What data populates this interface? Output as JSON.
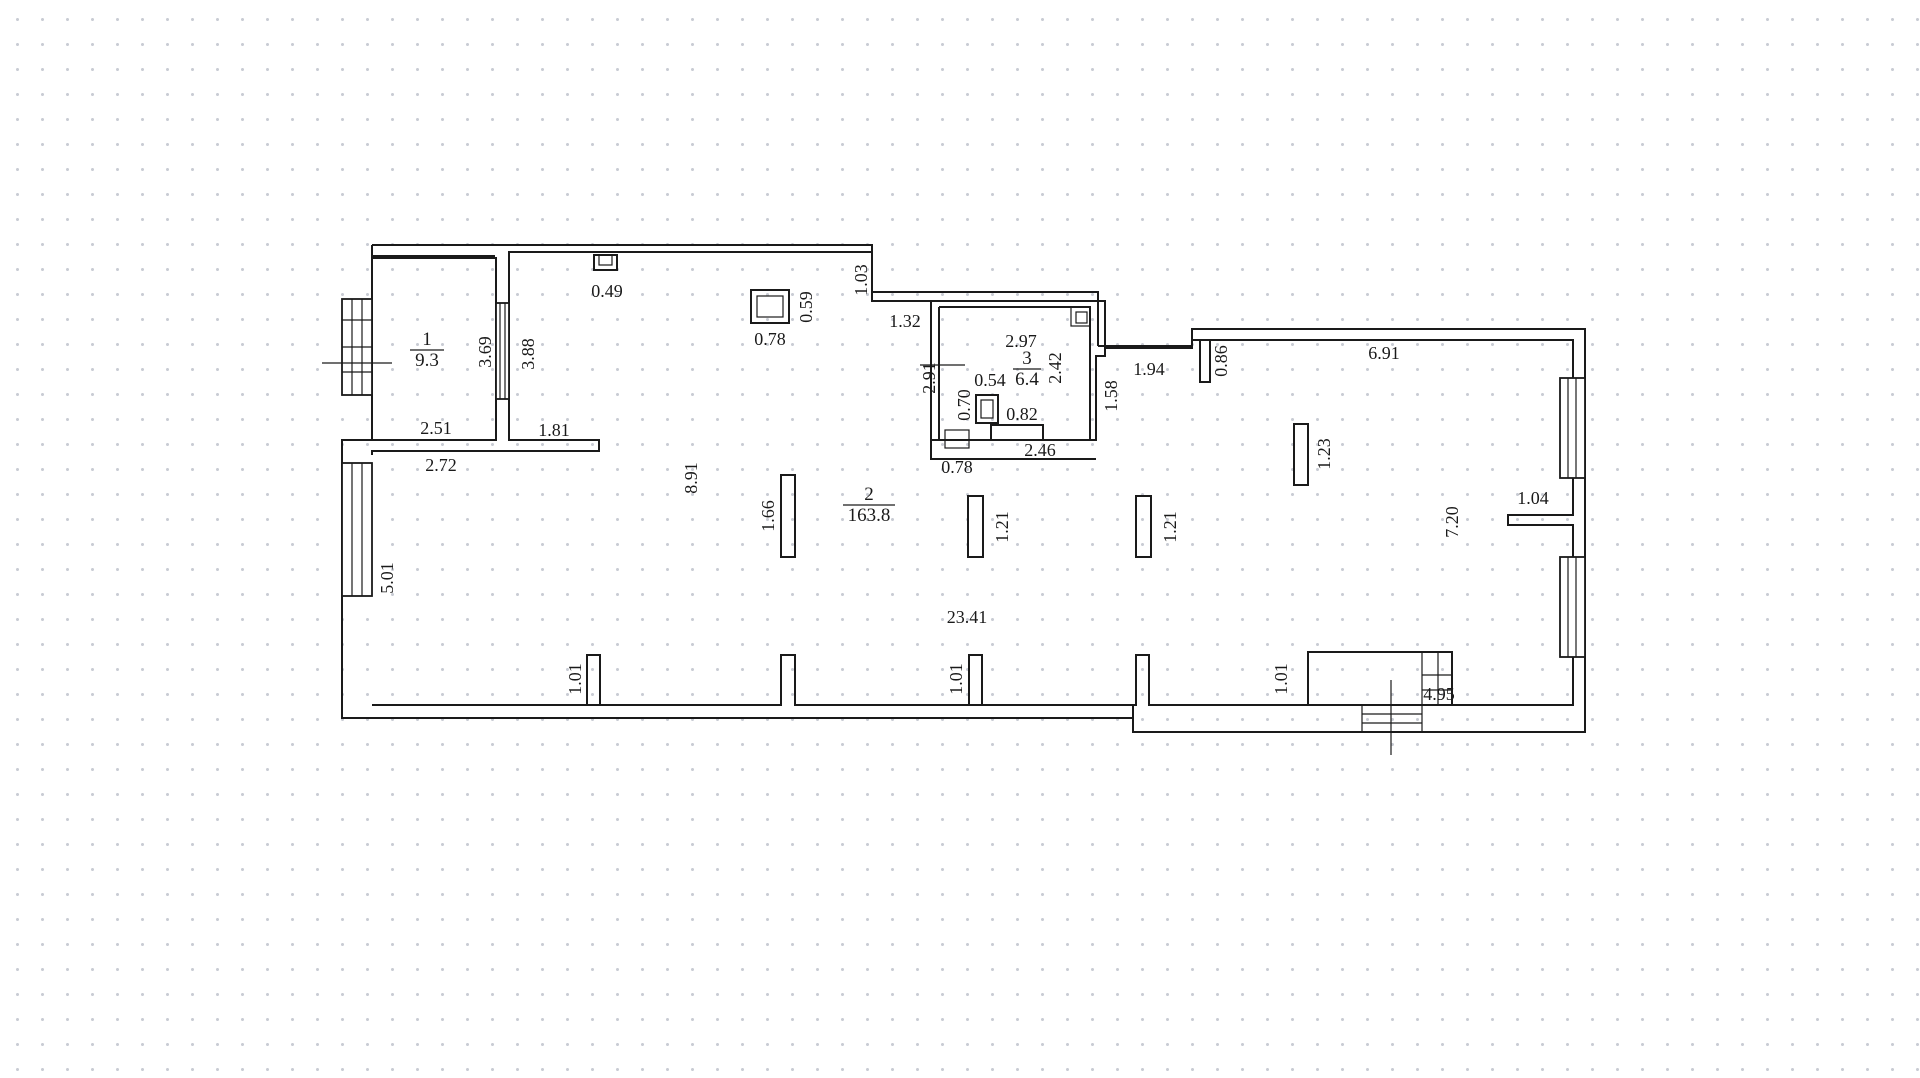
{
  "rooms": [
    {
      "number": "1",
      "area": "9.3"
    },
    {
      "number": "2",
      "area": "163.8"
    },
    {
      "number": "3",
      "area": "6.4"
    }
  ],
  "dimensions": {
    "d_0_49": "0.49",
    "d_0_78_col": "0.78",
    "d_0_59": "0.59",
    "d_1_03": "1.03",
    "d_1_32": "1.32",
    "d_2_97": "2.97",
    "d_2_42": "2.42",
    "d_1_94": "1.94",
    "d_0_86": "0.86",
    "d_6_91": "6.91",
    "d_3_69": "3.69",
    "d_3_88": "3.88",
    "d_2_91": "2.91",
    "d_0_54": "0.54",
    "d_0_70": "0.70",
    "d_0_82": "0.82",
    "d_1_58": "1.58",
    "d_2_51": "2.51",
    "d_1_81": "1.81",
    "d_2_72": "2.72",
    "d_8_91": "8.91",
    "d_0_78_wc": "0.78",
    "d_2_46": "2.46",
    "d_1_23": "1.23",
    "d_1_04": "1.04",
    "d_7_20": "7.20",
    "d_1_66": "1.66",
    "d_1_21_a": "1.21",
    "d_1_21_b": "1.21",
    "d_5_01": "5.01",
    "d_23_41": "23.41",
    "d_1_01_a": "1.01",
    "d_1_01_b": "1.01",
    "d_1_01_c": "1.01",
    "d_4_95": "4.95"
  }
}
